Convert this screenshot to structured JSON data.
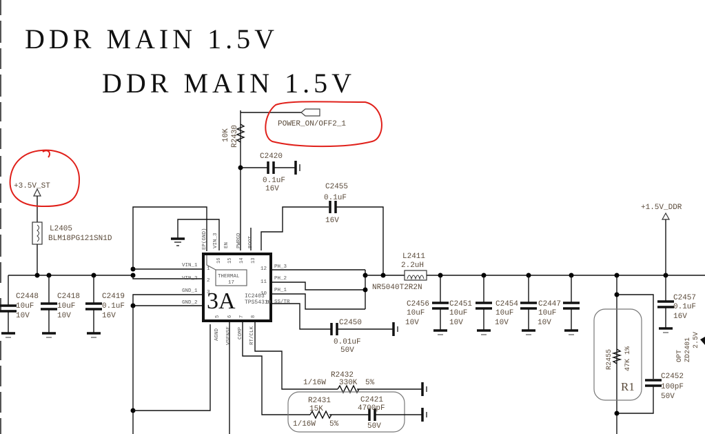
{
  "titles": [
    "DDR MAIN 1.5V",
    "DDR MAIN 1.5V"
  ],
  "rails": {
    "input": "+3.5V_ST",
    "output": "+1.5V_DDR",
    "control": "POWER_ON/OFF2_1"
  },
  "ic": {
    "ref": "IC2403",
    "part": "TPS54319",
    "current_note": "3A",
    "thermal_label": "THERMAL",
    "thermal_pin": "17",
    "left_pins": [
      {
        "num": "1",
        "name": "VIN_1"
      },
      {
        "num": "2",
        "name": "VIN_2"
      },
      {
        "num": "3",
        "name": "GND_1"
      },
      {
        "num": "4",
        "name": "GND_2"
      }
    ],
    "right_pins": [
      {
        "num": "12",
        "name": "PH_3"
      },
      {
        "num": "11",
        "name": "PH_2"
      },
      {
        "num": "10",
        "name": "PH_1"
      },
      {
        "num": "9",
        "name": "SS/TR"
      }
    ],
    "top_pins": [
      {
        "num": "16",
        "name": "VIN_3"
      },
      {
        "num": "15",
        "name": "EN"
      },
      {
        "num": "14",
        "name": "PWRGD"
      },
      {
        "num": "13",
        "name": "BOOT"
      },
      {
        "num": "",
        "name": "EP(GND)"
      }
    ],
    "bottom_pins": [
      {
        "num": "5",
        "name": "AGND"
      },
      {
        "num": "6",
        "name": "VSENSE"
      },
      {
        "num": "7",
        "name": "COMP"
      },
      {
        "num": "8",
        "name": "RT/CLK"
      }
    ]
  },
  "components": {
    "L2405": {
      "ref": "L2405",
      "value": "BLM18PG121SN1D"
    },
    "L2411": {
      "ref": "L2411",
      "value": "2.2uH",
      "part": "NR5040T2R2N"
    },
    "R2430": {
      "ref": "R2430",
      "value": "10K"
    },
    "C2420": {
      "ref": "C2420",
      "value": "0.1uF",
      "voltage": "16V"
    },
    "C2455": {
      "ref": "C2455",
      "value": "0.1uF",
      "voltage": "16V"
    },
    "C2448": {
      "ref": "C2448",
      "value": "10uF",
      "voltage": "10V"
    },
    "C2418": {
      "ref": "C2418",
      "value": "10uF",
      "voltage": "10V"
    },
    "C2419": {
      "ref": "C2419",
      "value": "0.1uF",
      "voltage": "16V"
    },
    "C2450": {
      "ref": "C2450",
      "value": "0.01uF",
      "voltage": "50V"
    },
    "C2456": {
      "ref": "C2456",
      "value": "10uF",
      "voltage": "10V"
    },
    "C2451": {
      "ref": "C2451",
      "value": "10uF",
      "voltage": "10V"
    },
    "C2454": {
      "ref": "C2454",
      "value": "10uF",
      "voltage": "10V"
    },
    "C2447": {
      "ref": "C2447",
      "value": "10uF",
      "voltage": "10V"
    },
    "C2457": {
      "ref": "C2457",
      "value": "0.1uF",
      "voltage": "16V"
    },
    "C2452": {
      "ref": "C2452",
      "value": "100pF",
      "voltage": "50V"
    },
    "C2421": {
      "ref": "C2421",
      "value": "4700pF",
      "voltage": "50V"
    },
    "R2432": {
      "ref": "R2432",
      "power": "1/16W",
      "value": "330K",
      "tol": "5%"
    },
    "R2431": {
      "ref": "R2431",
      "power": "1/16W",
      "value": "15K",
      "tol": "5%"
    },
    "R2455": {
      "ref": "R2455",
      "value": "47K 1%",
      "note": "R1"
    },
    "ZD2401": {
      "ref": "ZD2401",
      "value": "2.5V",
      "opt": "OPT"
    }
  }
}
